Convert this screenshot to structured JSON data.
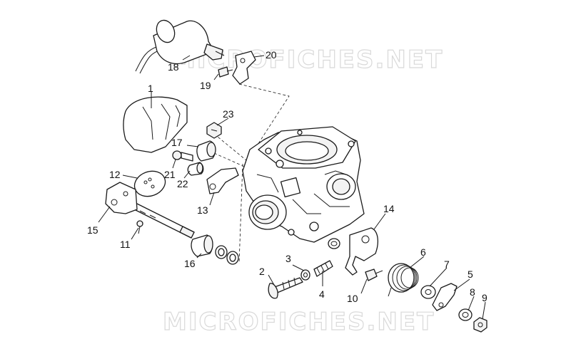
{
  "watermark": {
    "text": "MICROFICHES.NET"
  },
  "callouts": [
    {
      "id": "1",
      "label": "1"
    },
    {
      "id": "2",
      "label": "2"
    },
    {
      "id": "3",
      "label": "3"
    },
    {
      "id": "4",
      "label": "4"
    },
    {
      "id": "5",
      "label": "5"
    },
    {
      "id": "6",
      "label": "6"
    },
    {
      "id": "7",
      "label": "7"
    },
    {
      "id": "8",
      "label": "8"
    },
    {
      "id": "9",
      "label": "9"
    },
    {
      "id": "10",
      "label": "10"
    },
    {
      "id": "11",
      "label": "11"
    },
    {
      "id": "12",
      "label": "12"
    },
    {
      "id": "13",
      "label": "13"
    },
    {
      "id": "14",
      "label": "14"
    },
    {
      "id": "15",
      "label": "15"
    },
    {
      "id": "16",
      "label": "16"
    },
    {
      "id": "17",
      "label": "17"
    },
    {
      "id": "18",
      "label": "18"
    },
    {
      "id": "19",
      "label": "19"
    },
    {
      "id": "20",
      "label": "20"
    },
    {
      "id": "21",
      "label": "21"
    },
    {
      "id": "22",
      "label": "22"
    },
    {
      "id": "23",
      "label": "23"
    }
  ]
}
